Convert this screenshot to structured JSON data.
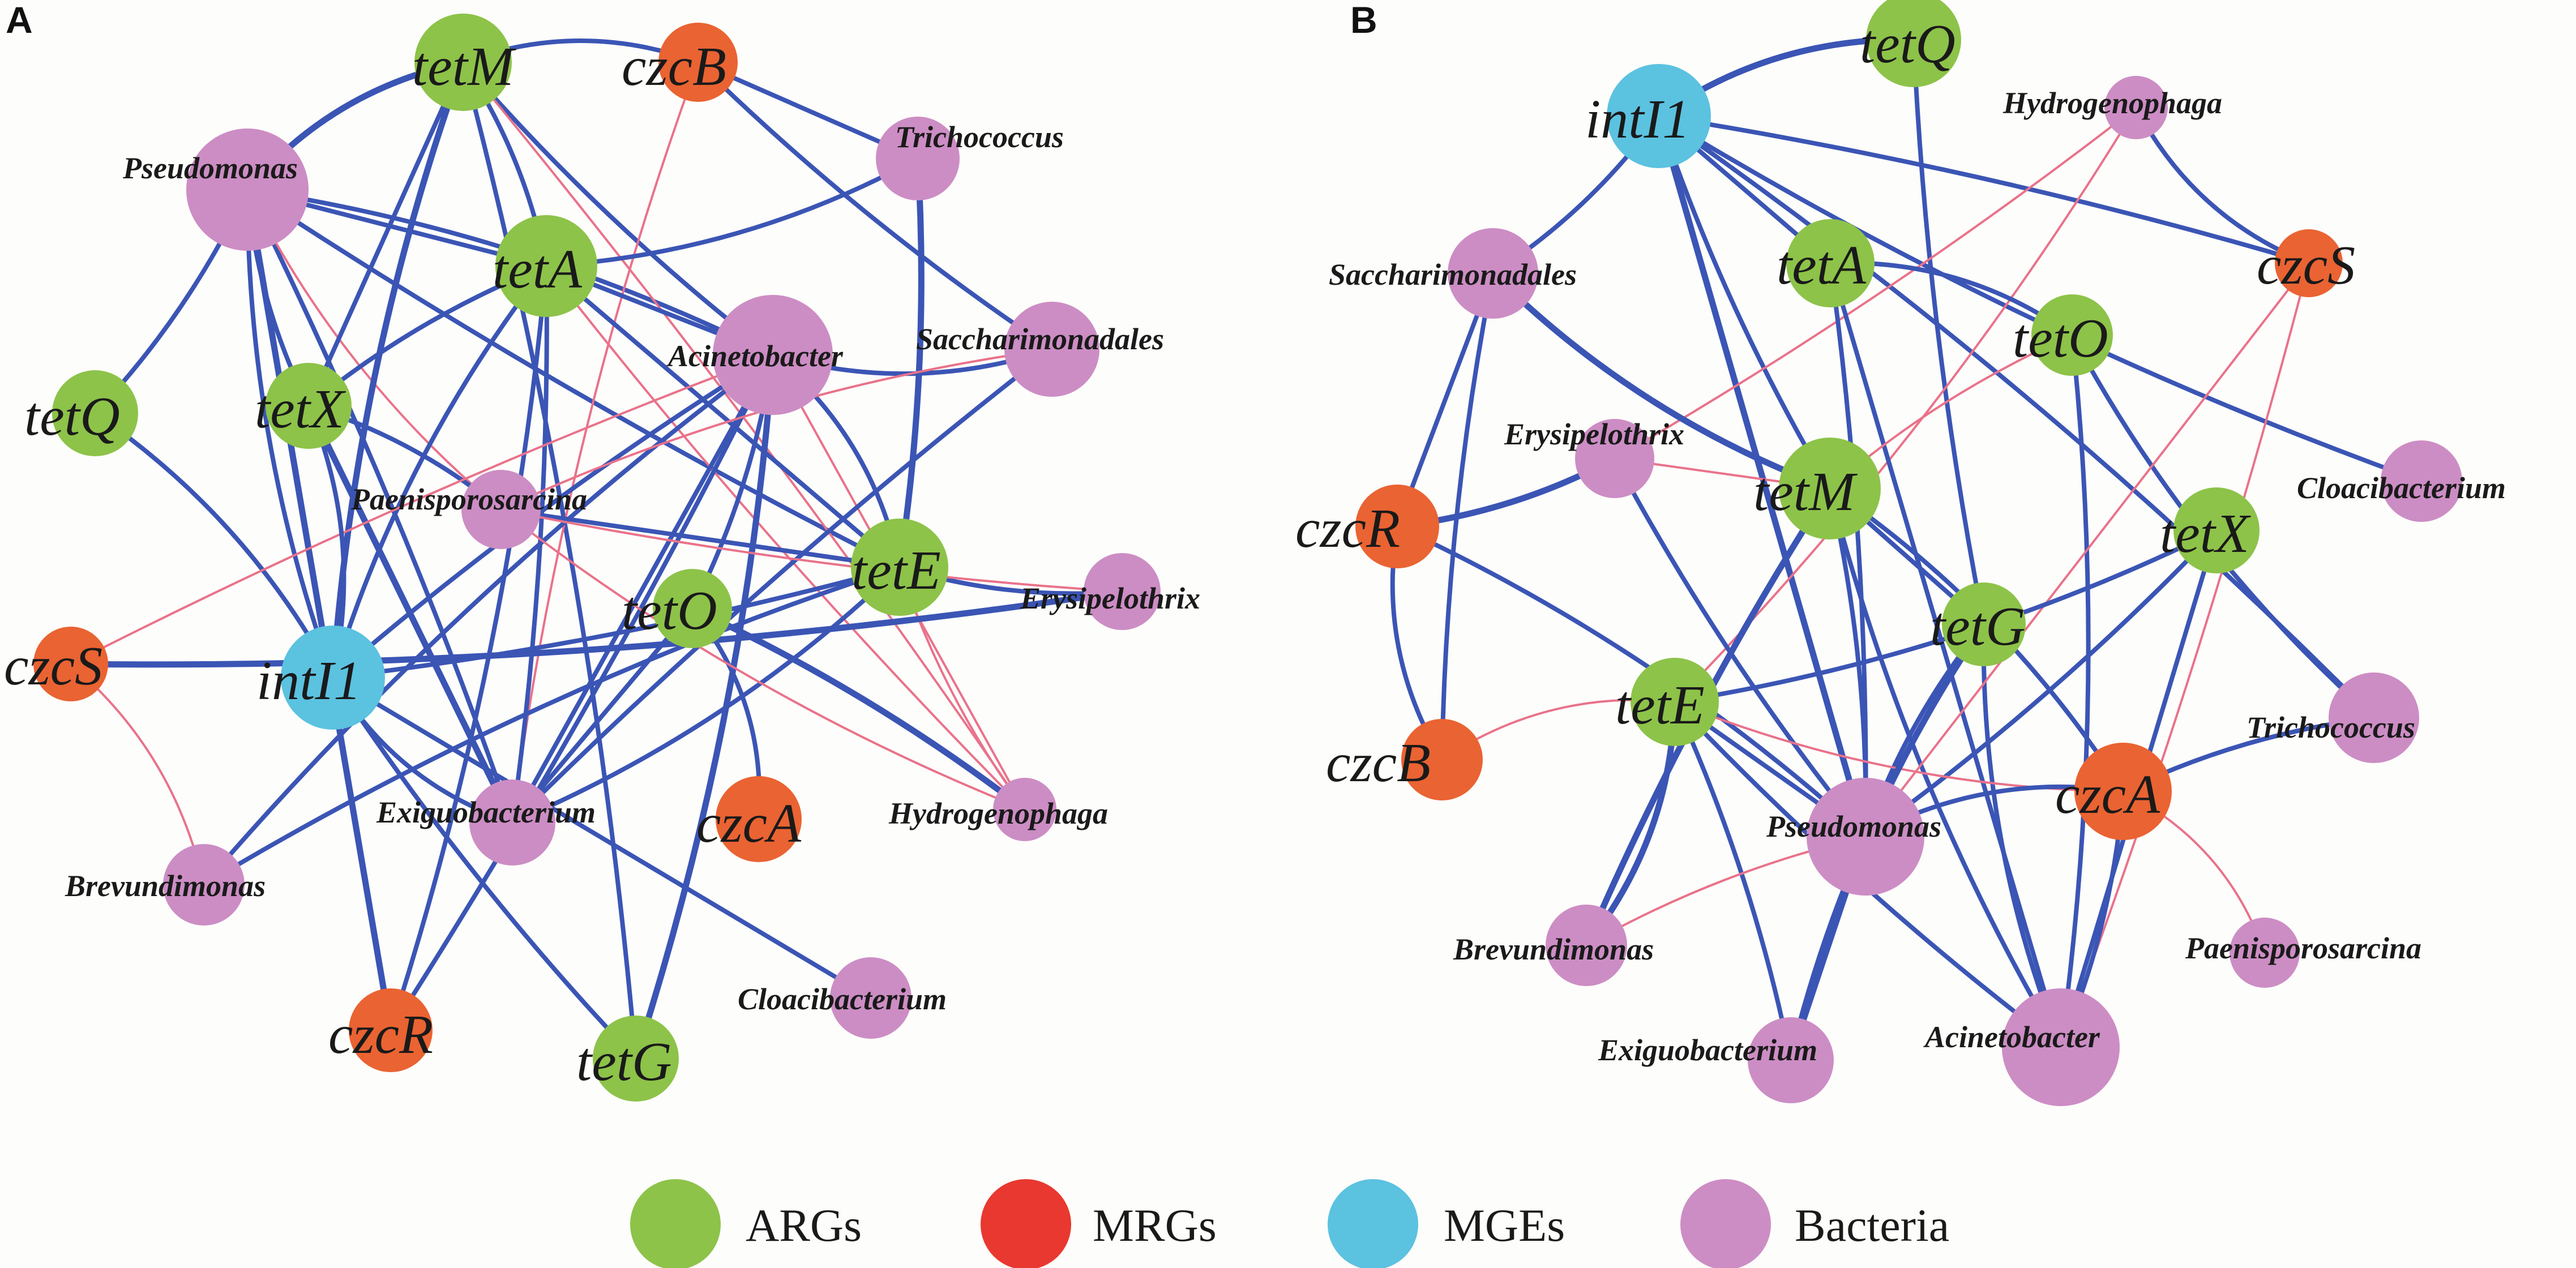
{
  "colors": {
    "ARGs": "#8dc349",
    "MRGs": "#ea6332",
    "MGEs": "#5bc2e0",
    "Bacteria": "#cc8dc4",
    "legend_MRGs": "#e8382f",
    "edge_positive": "#3b55b5",
    "edge_negative": "#e9728a"
  },
  "legend": [
    {
      "label": "ARGs",
      "color": "#8dc349"
    },
    {
      "label": "MRGs",
      "color": "#e8382f"
    },
    {
      "label": "MGEs",
      "color": "#5bc2e0"
    },
    {
      "label": "Bacteria",
      "color": "#cc8dc4"
    }
  ],
  "panels": [
    {
      "letter": "A",
      "nodes": [
        {
          "id": "tetM",
          "type": "ARGs"
        },
        {
          "id": "czcB",
          "type": "MRGs"
        },
        {
          "id": "Trichococcus",
          "type": "Bacteria"
        },
        {
          "id": "Pseudomonas",
          "type": "Bacteria"
        },
        {
          "id": "tetA",
          "type": "ARGs"
        },
        {
          "id": "Acinetobacter",
          "type": "Bacteria"
        },
        {
          "id": "Saccharimonadales",
          "type": "Bacteria"
        },
        {
          "id": "tetQ",
          "type": "ARGs"
        },
        {
          "id": "tetX",
          "type": "ARGs"
        },
        {
          "id": "Paenisporosarcina",
          "type": "Bacteria"
        },
        {
          "id": "tetE",
          "type": "ARGs"
        },
        {
          "id": "Erysipelothrix",
          "type": "Bacteria"
        },
        {
          "id": "czcS",
          "type": "MRGs"
        },
        {
          "id": "intI1",
          "type": "MGEs"
        },
        {
          "id": "tetO",
          "type": "ARGs"
        },
        {
          "id": "Exiguobacterium",
          "type": "Bacteria"
        },
        {
          "id": "czcA",
          "type": "MRGs"
        },
        {
          "id": "Hydrogenophaga",
          "type": "Bacteria"
        },
        {
          "id": "Brevundimonas",
          "type": "Bacteria"
        },
        {
          "id": "Cloacibacterium",
          "type": "Bacteria"
        },
        {
          "id": "czcR",
          "type": "MRGs"
        },
        {
          "id": "tetG",
          "type": "ARGs"
        }
      ],
      "edges": [
        {
          "source": "Pseudomonas",
          "target": "tetM",
          "sign": "positive"
        },
        {
          "source": "Pseudomonas",
          "target": "tetQ",
          "sign": "positive"
        },
        {
          "source": "Pseudomonas",
          "target": "tetA",
          "sign": "positive"
        },
        {
          "source": "Pseudomonas",
          "target": "tetX",
          "sign": "positive"
        },
        {
          "source": "Pseudomonas",
          "target": "intI1",
          "sign": "positive"
        },
        {
          "source": "Pseudomonas",
          "target": "Acinetobacter",
          "sign": "positive"
        },
        {
          "source": "Pseudomonas",
          "target": "Exiguobacterium",
          "sign": "positive"
        },
        {
          "source": "Pseudomonas",
          "target": "czcR",
          "sign": "positive"
        },
        {
          "source": "Pseudomonas",
          "target": "tetE",
          "sign": "positive"
        },
        {
          "source": "Pseudomonas",
          "target": "Paenisporosarcina",
          "sign": "negative"
        },
        {
          "source": "tetM",
          "target": "czcB",
          "sign": "positive"
        },
        {
          "source": "tetM",
          "target": "tetA",
          "sign": "positive"
        },
        {
          "source": "tetM",
          "target": "tetX",
          "sign": "positive"
        },
        {
          "source": "tetM",
          "target": "Acinetobacter",
          "sign": "positive"
        },
        {
          "source": "tetM",
          "target": "intI1",
          "sign": "positive"
        },
        {
          "source": "tetM",
          "target": "tetG",
          "sign": "positive"
        },
        {
          "source": "tetM",
          "target": "Hydrogenophaga",
          "sign": "negative"
        },
        {
          "source": "czcB",
          "target": "Trichococcus",
          "sign": "positive"
        },
        {
          "source": "czcB",
          "target": "Saccharimonadales",
          "sign": "positive"
        },
        {
          "source": "czcB",
          "target": "Exiguobacterium",
          "sign": "negative"
        },
        {
          "source": "Trichococcus",
          "target": "tetA",
          "sign": "positive"
        },
        {
          "source": "Trichococcus",
          "target": "tetE",
          "sign": "positive"
        },
        {
          "source": "tetA",
          "target": "Acinetobacter",
          "sign": "positive"
        },
        {
          "source": "tetA",
          "target": "tetX",
          "sign": "positive"
        },
        {
          "source": "tetA",
          "target": "intI1",
          "sign": "positive"
        },
        {
          "source": "tetA",
          "target": "czcR",
          "sign": "positive"
        },
        {
          "source": "tetA",
          "target": "Exiguobacterium",
          "sign": "positive"
        },
        {
          "source": "tetA",
          "target": "tetE",
          "sign": "positive"
        },
        {
          "source": "tetA",
          "target": "Hydrogenophaga",
          "sign": "negative"
        },
        {
          "source": "Acinetobacter",
          "target": "Saccharimonadales",
          "sign": "positive"
        },
        {
          "source": "Acinetobacter",
          "target": "tetE",
          "sign": "positive"
        },
        {
          "source": "Acinetobacter",
          "target": "tetO",
          "sign": "positive"
        },
        {
          "source": "Acinetobacter",
          "target": "Exiguobacterium",
          "sign": "positive"
        },
        {
          "source": "Acinetobacter",
          "target": "intI1",
          "sign": "positive"
        },
        {
          "source": "Acinetobacter",
          "target": "Brevundimonas",
          "sign": "positive"
        },
        {
          "source": "Acinetobacter",
          "target": "tetG",
          "sign": "positive"
        },
        {
          "source": "Acinetobacter",
          "target": "czcR",
          "sign": "positive"
        },
        {
          "source": "Acinetobacter",
          "target": "Hydrogenophaga",
          "sign": "negative"
        },
        {
          "source": "Saccharimonadales",
          "target": "Exiguobacterium",
          "sign": "positive"
        },
        {
          "source": "Saccharimonadales",
          "target": "Paenisporosarcina",
          "sign": "negative"
        },
        {
          "source": "tetQ",
          "target": "intI1",
          "sign": "positive"
        },
        {
          "source": "tetX",
          "target": "Paenisporosarcina",
          "sign": "positive"
        },
        {
          "source": "tetX",
          "target": "Exiguobacterium",
          "sign": "positive"
        },
        {
          "source": "tetE",
          "target": "Erysipelothrix",
          "sign": "positive"
        },
        {
          "source": "tetE",
          "target": "Brevundimonas",
          "sign": "positive"
        },
        {
          "source": "tetE",
          "target": "Exiguobacterium",
          "sign": "positive"
        },
        {
          "source": "tetE",
          "target": "intI1",
          "sign": "positive"
        },
        {
          "source": "tetE",
          "target": "Paenisporosarcina",
          "sign": "positive"
        },
        {
          "source": "tetE",
          "target": "Hydrogenophaga",
          "sign": "negative"
        },
        {
          "source": "czcS",
          "target": "Erysipelothrix",
          "sign": "positive"
        },
        {
          "source": "czcS",
          "target": "Brevundimonas",
          "sign": "negative"
        },
        {
          "source": "czcS",
          "target": "Acinetobacter",
          "sign": "negative"
        },
        {
          "source": "intI1",
          "target": "Cloacibacterium",
          "sign": "positive"
        },
        {
          "source": "intI1",
          "target": "tetG",
          "sign": "positive"
        },
        {
          "source": "intI1",
          "target": "Exiguobacterium",
          "sign": "positive"
        },
        {
          "source": "tetO",
          "target": "czcA",
          "sign": "positive"
        },
        {
          "source": "tetO",
          "target": "Hydrogenophaga",
          "sign": "positive"
        },
        {
          "source": "tetO",
          "target": "Exiguobacterium",
          "sign": "positive"
        },
        {
          "source": "Paenisporosarcina",
          "target": "Erysipelothrix",
          "sign": "negative"
        },
        {
          "source": "Paenisporosarcina",
          "target": "Hydrogenophaga",
          "sign": "negative"
        },
        {
          "source": "tetX",
          "target": "intI1",
          "sign": "positive"
        }
      ]
    },
    {
      "letter": "B",
      "nodes": [
        {
          "id": "tetQ",
          "type": "ARGs"
        },
        {
          "id": "intI1",
          "type": "MGEs"
        },
        {
          "id": "Hydrogenophaga",
          "type": "Bacteria"
        },
        {
          "id": "Saccharimonadales",
          "type": "Bacteria"
        },
        {
          "id": "tetA",
          "type": "ARGs"
        },
        {
          "id": "czcS",
          "type": "MRGs"
        },
        {
          "id": "tetO",
          "type": "ARGs"
        },
        {
          "id": "Erysipelothrix",
          "type": "Bacteria"
        },
        {
          "id": "tetM",
          "type": "ARGs"
        },
        {
          "id": "Cloacibacterium",
          "type": "Bacteria"
        },
        {
          "id": "czcR",
          "type": "MRGs"
        },
        {
          "id": "tetX",
          "type": "ARGs"
        },
        {
          "id": "tetG",
          "type": "ARGs"
        },
        {
          "id": "tetE",
          "type": "ARGs"
        },
        {
          "id": "Trichococcus",
          "type": "Bacteria"
        },
        {
          "id": "czcB",
          "type": "MRGs"
        },
        {
          "id": "czcA",
          "type": "MRGs"
        },
        {
          "id": "Pseudomonas",
          "type": "Bacteria"
        },
        {
          "id": "Brevundimonas",
          "type": "Bacteria"
        },
        {
          "id": "Paenisporosarcina",
          "type": "Bacteria"
        },
        {
          "id": "Exiguobacterium",
          "type": "Bacteria"
        },
        {
          "id": "Acinetobacter",
          "type": "Bacteria"
        }
      ],
      "edges": [
        {
          "source": "intI1",
          "target": "tetQ",
          "sign": "positive"
        },
        {
          "source": "intI1",
          "target": "Saccharimonadales",
          "sign": "positive"
        },
        {
          "source": "intI1",
          "target": "tetA",
          "sign": "positive"
        },
        {
          "source": "intI1",
          "target": "tetM",
          "sign": "positive"
        },
        {
          "source": "intI1",
          "target": "Cloacibacterium",
          "sign": "positive"
        },
        {
          "source": "intI1",
          "target": "Trichococcus",
          "sign": "positive"
        },
        {
          "source": "intI1",
          "target": "czcS",
          "sign": "positive"
        },
        {
          "source": "intI1",
          "target": "Pseudomonas",
          "sign": "positive"
        },
        {
          "source": "tetQ",
          "target": "tetG",
          "sign": "positive"
        },
        {
          "source": "Hydrogenophaga",
          "target": "czcS",
          "sign": "positive"
        },
        {
          "source": "Hydrogenophaga",
          "target": "tetE",
          "sign": "negative"
        },
        {
          "source": "Hydrogenophaga",
          "target": "Erysipelothrix",
          "sign": "negative"
        },
        {
          "source": "Saccharimonadales",
          "target": "czcR",
          "sign": "positive"
        },
        {
          "source": "Saccharimonadales",
          "target": "czcB",
          "sign": "positive"
        },
        {
          "source": "Saccharimonadales",
          "target": "tetM",
          "sign": "positive"
        },
        {
          "source": "tetA",
          "target": "tetO",
          "sign": "positive"
        },
        {
          "source": "tetA",
          "target": "Pseudomonas",
          "sign": "positive"
        },
        {
          "source": "tetA",
          "target": "Acinetobacter",
          "sign": "positive"
        },
        {
          "source": "tetO",
          "target": "tetM",
          "sign": "negative"
        },
        {
          "source": "tetO",
          "target": "Trichococcus",
          "sign": "positive"
        },
        {
          "source": "tetO",
          "target": "Acinetobacter",
          "sign": "positive"
        },
        {
          "source": "Erysipelothrix",
          "target": "czcR",
          "sign": "positive"
        },
        {
          "source": "Erysipelothrix",
          "target": "tetM",
          "sign": "negative"
        },
        {
          "source": "Erysipelothrix",
          "target": "Pseudomonas",
          "sign": "positive"
        },
        {
          "source": "czcR",
          "target": "czcB",
          "sign": "positive"
        },
        {
          "source": "czcR",
          "target": "Pseudomonas",
          "sign": "positive"
        },
        {
          "source": "tetM",
          "target": "Pseudomonas",
          "sign": "positive"
        },
        {
          "source": "tetM",
          "target": "tetG",
          "sign": "positive"
        },
        {
          "source": "tetM",
          "target": "Brevundimonas",
          "sign": "positive"
        },
        {
          "source": "tetM",
          "target": "Acinetobacter",
          "sign": "positive"
        },
        {
          "source": "tetM",
          "target": "czcA",
          "sign": "positive"
        },
        {
          "source": "tetX",
          "target": "Pseudomonas",
          "sign": "positive"
        },
        {
          "source": "tetX",
          "target": "Acinetobacter",
          "sign": "positive"
        },
        {
          "source": "tetG",
          "target": "Pseudomonas",
          "sign": "positive"
        },
        {
          "source": "tetG",
          "target": "Acinetobacter",
          "sign": "positive"
        },
        {
          "source": "tetE",
          "target": "Brevundimonas",
          "sign": "positive"
        },
        {
          "source": "tetE",
          "target": "Exiguobacterium",
          "sign": "positive"
        },
        {
          "source": "tetE",
          "target": "Pseudomonas",
          "sign": "positive"
        },
        {
          "source": "tetE",
          "target": "Acinetobacter",
          "sign": "positive"
        },
        {
          "source": "tetE",
          "target": "czcA",
          "sign": "negative"
        },
        {
          "source": "czcB",
          "target": "tetE",
          "sign": "negative"
        },
        {
          "source": "czcS",
          "target": "Acinetobacter",
          "sign": "negative"
        },
        {
          "source": "czcS",
          "target": "Pseudomonas",
          "sign": "negative"
        },
        {
          "source": "Trichococcus",
          "target": "czcA",
          "sign": "positive"
        },
        {
          "source": "czcA",
          "target": "Pseudomonas",
          "sign": "positive"
        },
        {
          "source": "czcA",
          "target": "Paenisporosarcina",
          "sign": "negative"
        },
        {
          "source": "czcA",
          "target": "Acinetobacter",
          "sign": "positive"
        },
        {
          "source": "Pseudomonas",
          "target": "Exiguobacterium",
          "sign": "positive"
        },
        {
          "source": "Pseudomonas",
          "target": "Brevundimonas",
          "sign": "negative"
        },
        {
          "source": "tetG",
          "target": "Exiguobacterium",
          "sign": "positive"
        },
        {
          "source": "tetX",
          "target": "tetE",
          "sign": "positive"
        }
      ]
    }
  ]
}
